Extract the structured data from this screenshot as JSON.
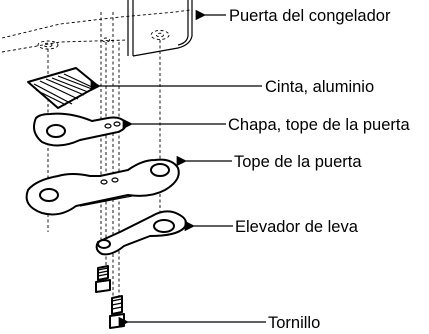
{
  "labels": {
    "freezer_door": "Puerta del congelador",
    "tape": "Cinta, aluminio",
    "shim": "Chapa, tope de la puerta",
    "door_stop": "Tope de la puerta",
    "cam_riser": "Elevador de leva",
    "screw": "Tornillo"
  },
  "colors": {
    "line": "#000000",
    "background": "#ffffff"
  }
}
